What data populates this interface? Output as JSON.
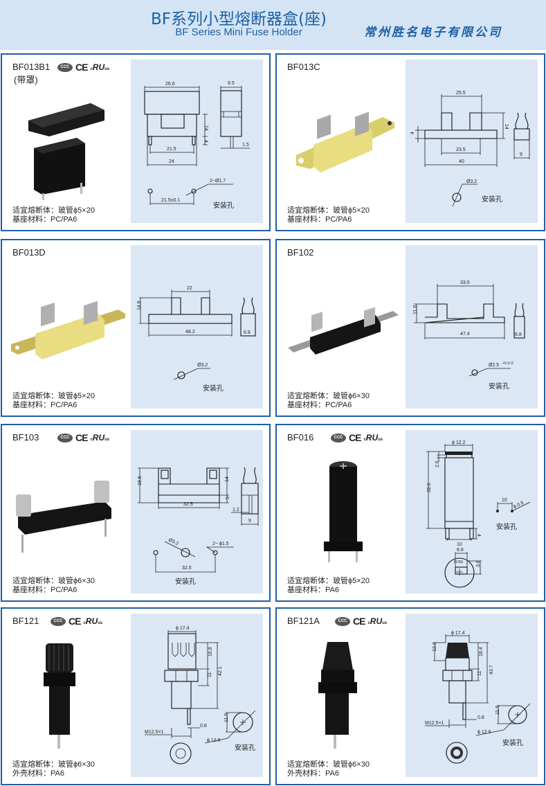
{
  "header": {
    "title": "BF系列小型熔断器盒(座)",
    "subtitle": "BF Series Mini Fuse Holder",
    "company": "常州胜名电子有限公司"
  },
  "certs": {
    "ccc": "CCC",
    "ce": "CE",
    "ul": "RU",
    "ul_c": "c",
    "ul_us": "us"
  },
  "mount_label": "安装孔",
  "products": [
    {
      "name": "BF013B1",
      "note": "(带罩)",
      "spec1": "适宜熔断体：玻管ϕ5×20",
      "spec2": "基座材料：PC/PA6",
      "dims": {
        "w_top": "26.6",
        "side_w": "9.5",
        "h": "14",
        "pin": "4",
        "pitch": "21.5",
        "base": "24",
        "pin_d": "1.5",
        "hole": "2−Ø1.7",
        "hole_pitch": "21.5±0.1"
      }
    },
    {
      "name": "BF013C",
      "spec1": "适宜熔断体：玻管ϕ5×20",
      "spec2": "基座材料：PC/PA6",
      "dims": {
        "top": "25.5",
        "h": "14",
        "base_h": "4",
        "inner": "23.5",
        "len": "40",
        "side_w": "9",
        "hole": "Ø3.2"
      }
    },
    {
      "name": "BF013D",
      "spec1": "适宜熔断体：玻管ϕ5×20",
      "spec2": "基座材料：PC/PA6",
      "dims": {
        "top": "22",
        "h": "14.8",
        "len": "48.2",
        "side_w": "8.8",
        "hole": "Ø3.2"
      }
    },
    {
      "name": "BF102",
      "spec1": "适宜熔断体：玻管ϕ6×30",
      "spec2": "基座材料：PC/PA6",
      "dims": {
        "top": "33.5",
        "h": "11.8",
        "len": "47.4",
        "side_w": "6.8",
        "hole": "Ø2.5",
        "tol": "+0.1/-0"
      }
    },
    {
      "name": "BF103",
      "spec1": "适宜熔断体：玻管ϕ6×30",
      "spec2": "基座材料：PC/PA6",
      "dims": {
        "h": "18.5",
        "clip_h": "14",
        "base_h": "5",
        "len": "32.5",
        "pin": "1.2",
        "side_w": "9",
        "hole_big": "Ø3.2",
        "hole": "2− ϕ1.5",
        "hole_pitch": "32.5"
      }
    },
    {
      "name": "BF016",
      "spec1": "适宜熔断体：玻管ϕ5×20",
      "spec2": "基座材料：PA6",
      "dims": {
        "dia": "ϕ 12.2",
        "cap": "2.6",
        "h": "32.6",
        "pin": "4",
        "pitch": "10",
        "slot": "6.8",
        "slot_h": "3.6",
        "hole_pitch": "10",
        "hole": "ϕ 0.9",
        "fuse_text": "FUSE"
      }
    },
    {
      "name": "BF121",
      "spec1": "适宜熔断体：玻管ϕ6×30",
      "spec2": "外壳材料：PA6",
      "dims": {
        "dia": "ϕ 17.4",
        "cap": "16.8",
        "nut": "11",
        "h": "42.1",
        "term": "0.8",
        "thread": "M12.5×1",
        "flat": "11.5",
        "hole": "ϕ 12.6"
      }
    },
    {
      "name": "BF121A",
      "spec1": "适宜熔断体：玻管ϕ6×30",
      "spec2": "外壳材料：PA6",
      "dims": {
        "dia": "ϕ 17.4",
        "cap_h": "12.2",
        "cap": "18.4",
        "nut": "11",
        "h": "43.7",
        "term": "0.8",
        "thread": "M12.5×1",
        "flat": "11.5",
        "hole": "ϕ 12.6"
      }
    }
  ]
}
